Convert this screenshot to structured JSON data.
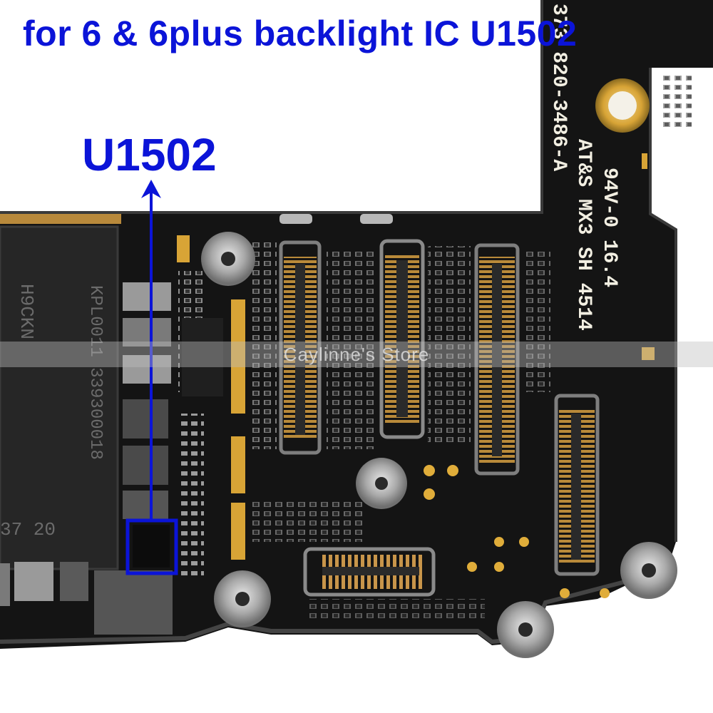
{
  "title": "for 6 & 6plus backlight IC U1502",
  "callout_label": "U1502",
  "watermark": "Caylinne's Store",
  "board_silkscreen": {
    "part_number": "373 820-3486-A",
    "vendor_mark": "AT&S MX3 SH  4514",
    "rating": "94V-0  16.4"
  },
  "chip_marking": {
    "line1": "H9CKN",
    "line2": "KPL0011 339300018",
    "line3": "37 20"
  },
  "colors": {
    "annotation": "#0b14d8",
    "board": "#141414",
    "gold": "#d8a436"
  }
}
